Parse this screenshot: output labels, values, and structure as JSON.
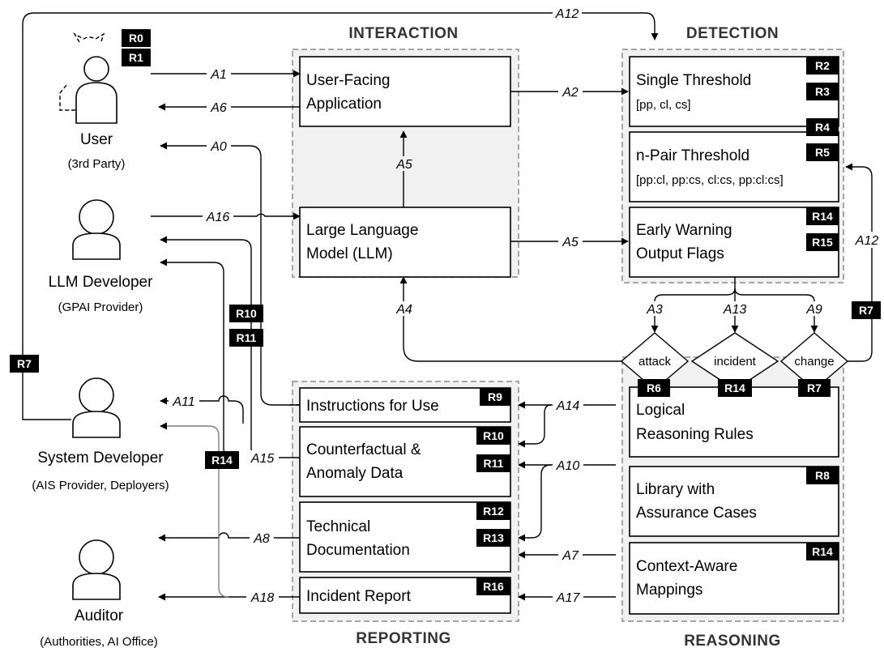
{
  "regions": {
    "interaction": "INTERACTION",
    "detection": "DETECTION",
    "reporting": "REPORTING",
    "reasoning": "REASONING"
  },
  "actors": {
    "user": {
      "name": "User",
      "role": "(3rd Party)"
    },
    "llm_developer": {
      "name": "LLM Developer",
      "role": "(GPAI Provider)"
    },
    "system_developer": {
      "name": "System Developer",
      "role": "(AIS Provider, Deployers)"
    },
    "auditor": {
      "name": "Auditor",
      "role": "(Authorities, AI Office)"
    }
  },
  "boxes": {
    "user_facing_app": [
      "User-Facing",
      "Application"
    ],
    "llm": [
      "Large Language",
      "Model (LLM)"
    ],
    "single_threshold": {
      "lines": [
        "Single Threshold"
      ],
      "sub": "[pp, cl, cs]"
    },
    "npair_threshold": {
      "lines": [
        "n-Pair Threshold"
      ],
      "sub": "[pp:cl, pp:cs, cl:cs, pp:cl:cs]"
    },
    "early_warning": [
      "Early Warning",
      "Output Flags"
    ],
    "instructions": [
      "Instructions for Use"
    ],
    "counterfactual": [
      "Counterfactual &",
      "Anomaly Data"
    ],
    "technical_doc": [
      "Technical",
      "Documentation"
    ],
    "incident_report": [
      "Incident Report"
    ],
    "logical_rules": [
      "Logical",
      "Reasoning Rules"
    ],
    "library": [
      "Library with",
      "Assurance Cases"
    ],
    "context_mappings": [
      "Context-Aware",
      "Mappings"
    ]
  },
  "diamonds": {
    "attack": "attack",
    "incident": "incident",
    "change": "change"
  },
  "arrows": {
    "a0": "A0",
    "a1": "A1",
    "a2": "A2",
    "a3": "A3",
    "a4": "A4",
    "a5_up": "A5",
    "a5_right": "A5",
    "a6": "A6",
    "a7": "A7",
    "a8": "A8",
    "a9": "A9",
    "a10": "A10",
    "a11": "A11",
    "a12_top": "A12",
    "a12_right": "A12",
    "a13": "A13",
    "a14": "A14",
    "a15": "A15",
    "a16": "A16",
    "a17": "A17",
    "a18": "A18"
  },
  "badges": {
    "r0": "R0",
    "r1": "R1",
    "r2": "R2",
    "r3": "R3",
    "r4": "R4",
    "r5": "R5",
    "r6": "R6",
    "r7_diamond": "R7",
    "r7_right": "R7",
    "r7_left": "R7",
    "r8": "R8",
    "r9": "R9",
    "r10_box": "R10",
    "r10_line": "R10",
    "r11_box": "R11",
    "r11_line": "R11",
    "r12": "R12",
    "r13": "R13",
    "r14_warning": "R14",
    "r14_diamond": "R14",
    "r14_context": "R14",
    "r14_line": "R14",
    "r15": "R15",
    "r16": "R16"
  }
}
